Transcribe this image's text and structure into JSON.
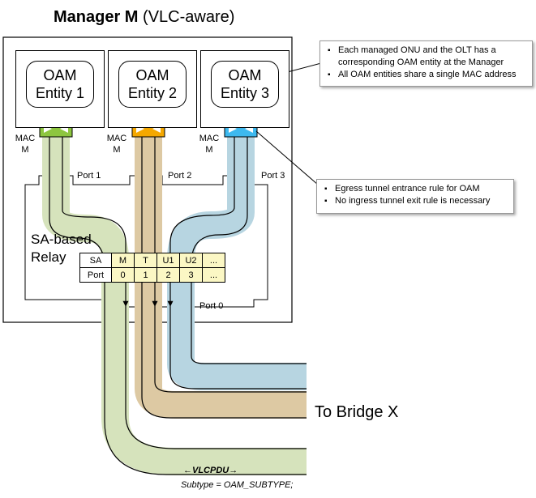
{
  "title": {
    "main": "Manager M",
    "suffix": "(VLC-aware)"
  },
  "entities": [
    {
      "line1": "OAM",
      "line2": "Entity 1"
    },
    {
      "line1": "OAM",
      "line2": "Entity 2"
    },
    {
      "line1": "OAM",
      "line2": "Entity 3"
    }
  ],
  "mac_label": {
    "line1": "MAC",
    "line2": "M"
  },
  "ports": {
    "p1": "Port 1",
    "p2": "Port 2",
    "p3": "Port 3",
    "p0": "Port 0"
  },
  "relay": {
    "line1": "SA-based",
    "line2": "Relay"
  },
  "relay_table": {
    "row_sa": [
      "SA",
      "M",
      "T",
      "U1",
      "U2",
      "..."
    ],
    "row_port": [
      "Port",
      "0",
      "1",
      "2",
      "3",
      "..."
    ]
  },
  "callout_top": [
    "Each managed ONU and the OLT has a corresponding OAM entity at the Manager",
    "All OAM entities share a single MAC address"
  ],
  "callout_bottom": [
    "Egress tunnel entrance rule for OAM",
    "No ingress tunnel exit rule is necessary"
  ],
  "bridge_label": "To Bridge X",
  "vlcpdu_label": "←VLCPDU→",
  "subtype_label": "Subtype = OAM_SUBTYPE;",
  "colors": {
    "green_band": "#d6e3bc",
    "tan_band": "#ddc9a3",
    "blue_band": "#b7d5e1",
    "green_mac": "#8dc63f",
    "orange_mac": "#f5a800",
    "blue_mac": "#3db9ef"
  }
}
